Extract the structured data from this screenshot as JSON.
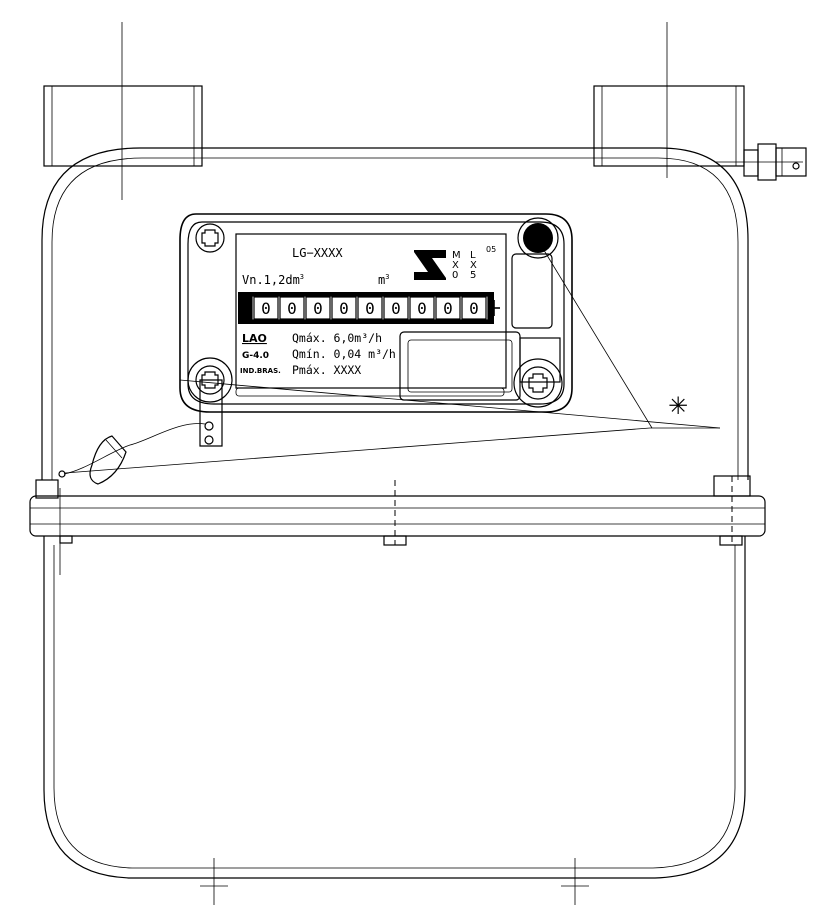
{
  "plate": {
    "model": "LG−XXXX",
    "vn_label": "Vn.1,2dm",
    "vn_sup": "3",
    "unit_label": "m",
    "unit_sup": "3",
    "mark_letters": [
      "M",
      "L",
      "X",
      "X",
      "0",
      "5"
    ],
    "mark_number": "05",
    "counter_digits": [
      "0",
      "0",
      "0",
      "0",
      "0",
      "0",
      "0",
      "0",
      "0"
    ],
    "brand": "LAO",
    "size": "G-4.0",
    "origin": "IND.BRAS.",
    "qmax": "Qmáx. 6,0m³/h",
    "qmin": "Qmín. 0,04 m³/h",
    "pmax": "Pmáx. XXXX"
  },
  "labels": {
    "marker": "✳"
  }
}
